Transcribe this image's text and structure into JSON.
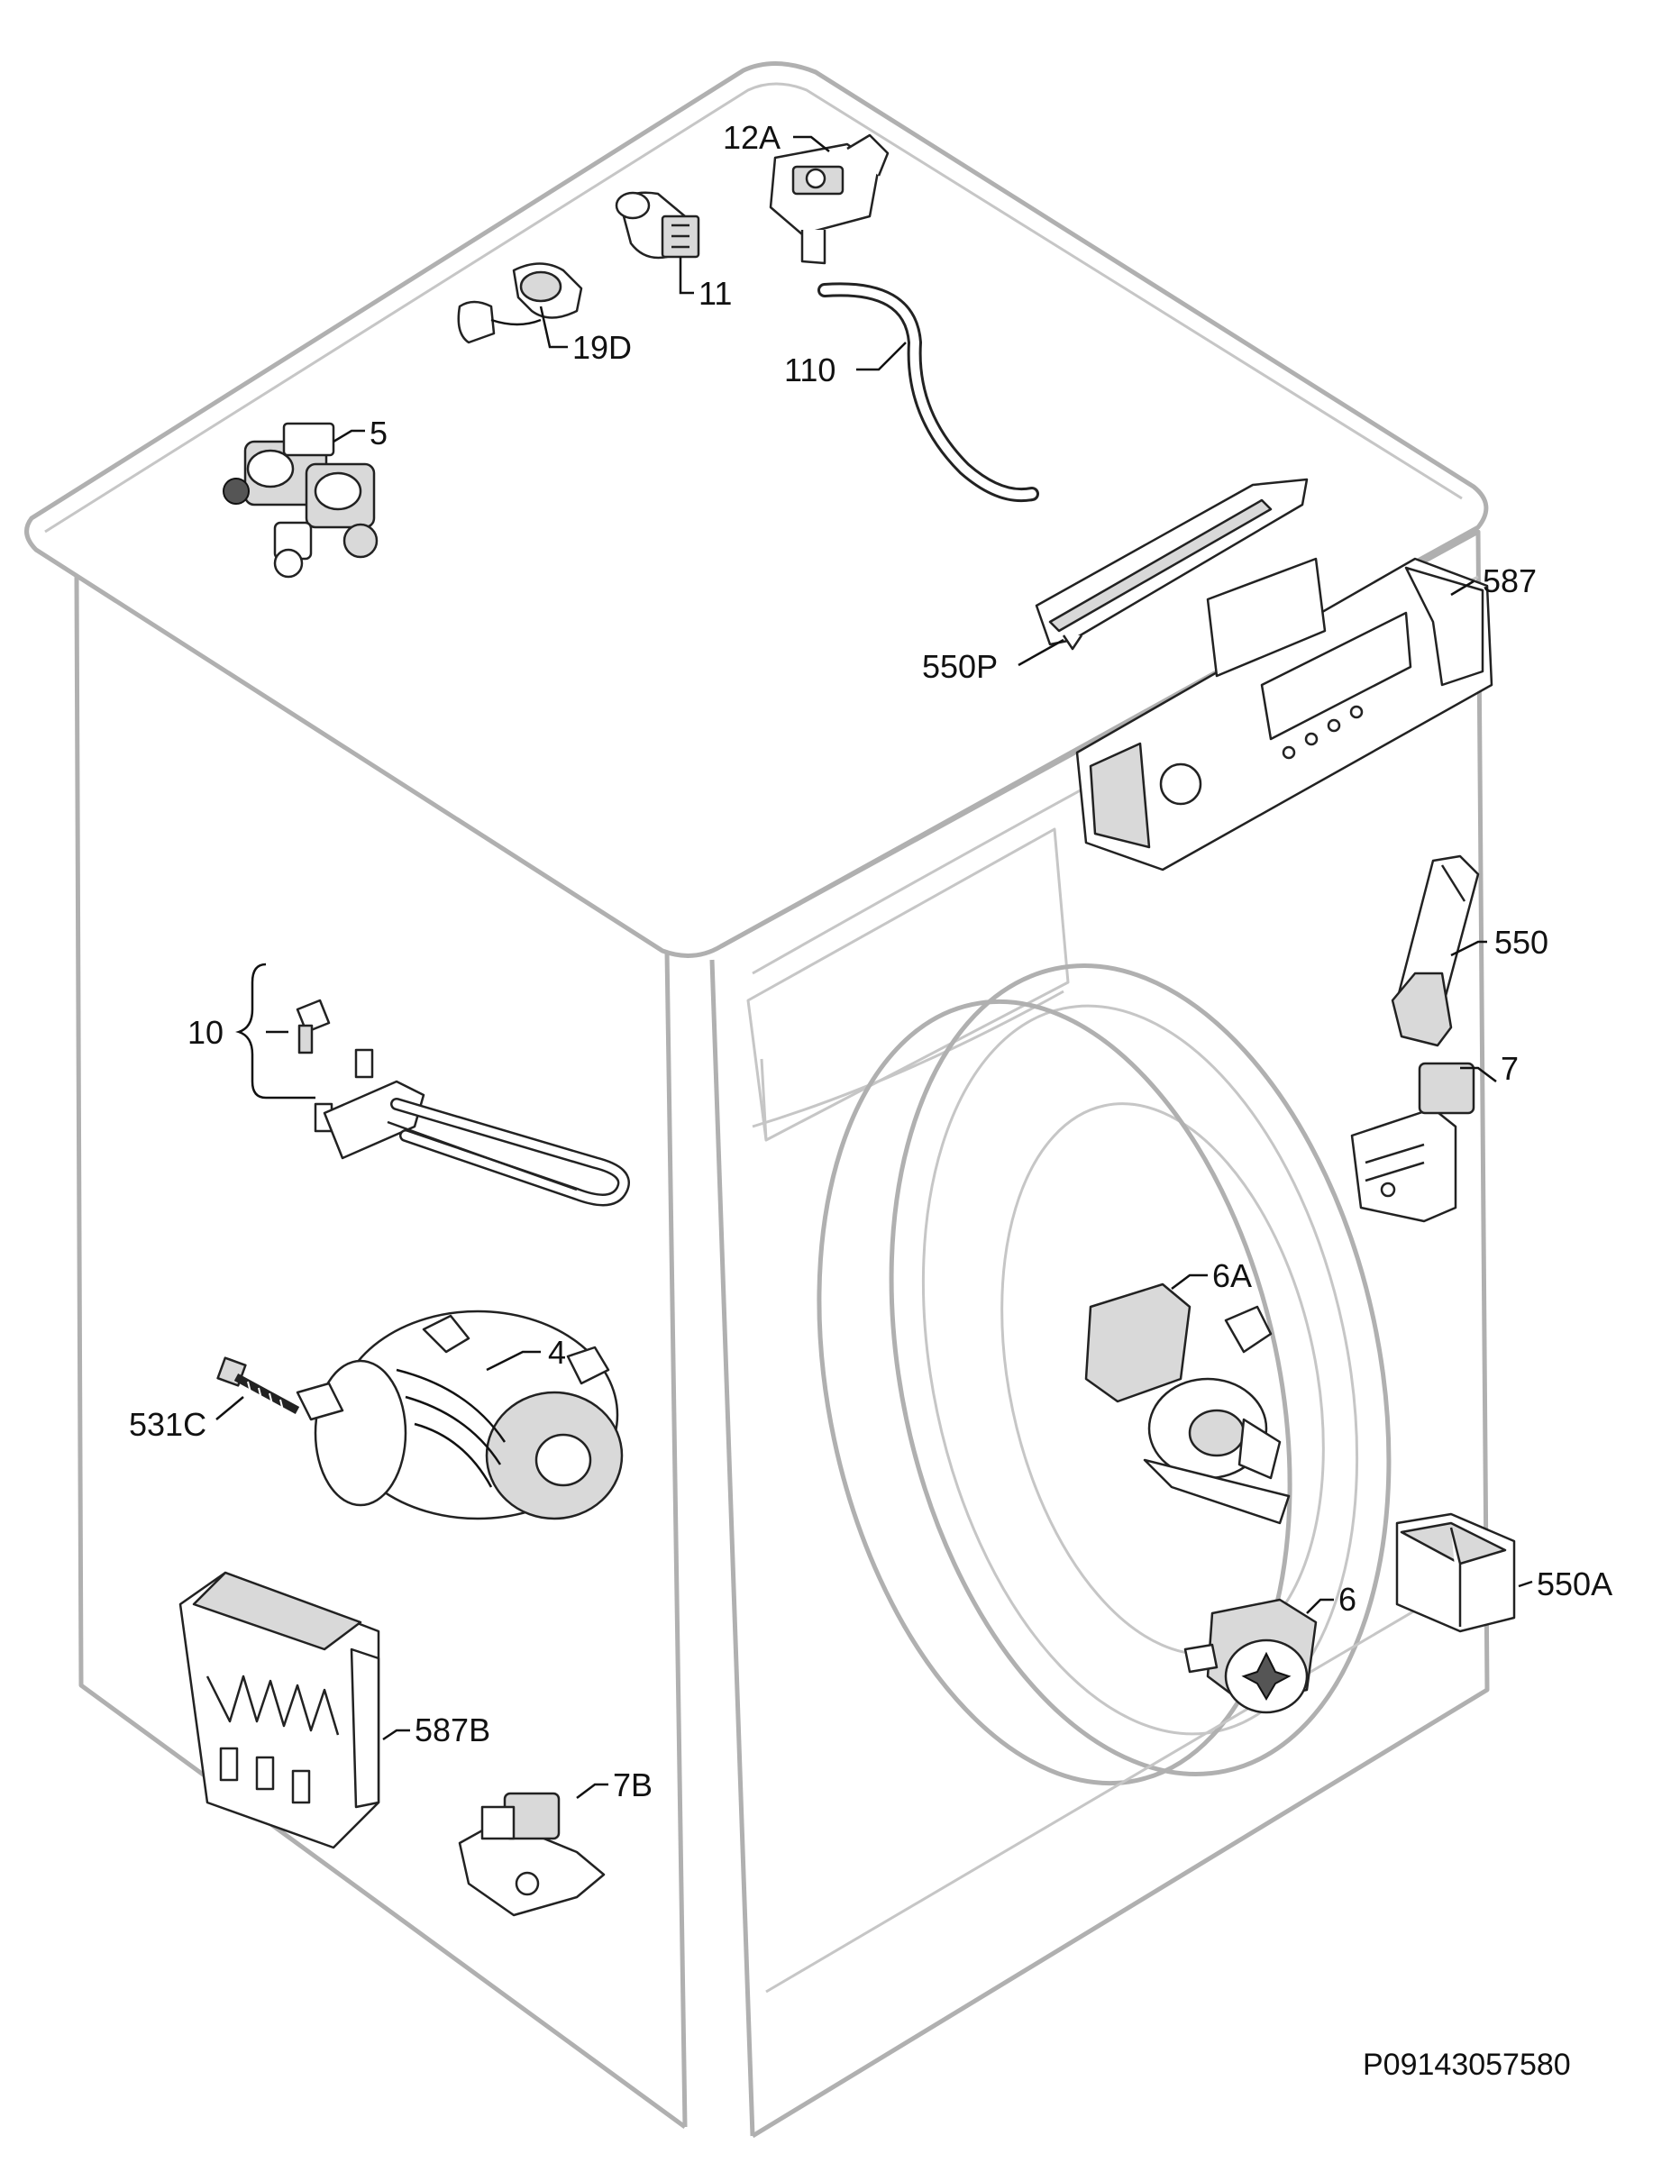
{
  "labels": {
    "p12A": "12A",
    "p11": "11",
    "p19D": "19D",
    "p110": "110",
    "p5": "5",
    "p587": "587",
    "p550P": "550P",
    "p550": "550",
    "p10": "10",
    "p7": "7",
    "p6A": "6A",
    "p4": "4",
    "p531C": "531C",
    "p550A": "550A",
    "p6": "6",
    "p587B": "587B",
    "p7B": "7B"
  },
  "drawing_code": "P09143057580"
}
